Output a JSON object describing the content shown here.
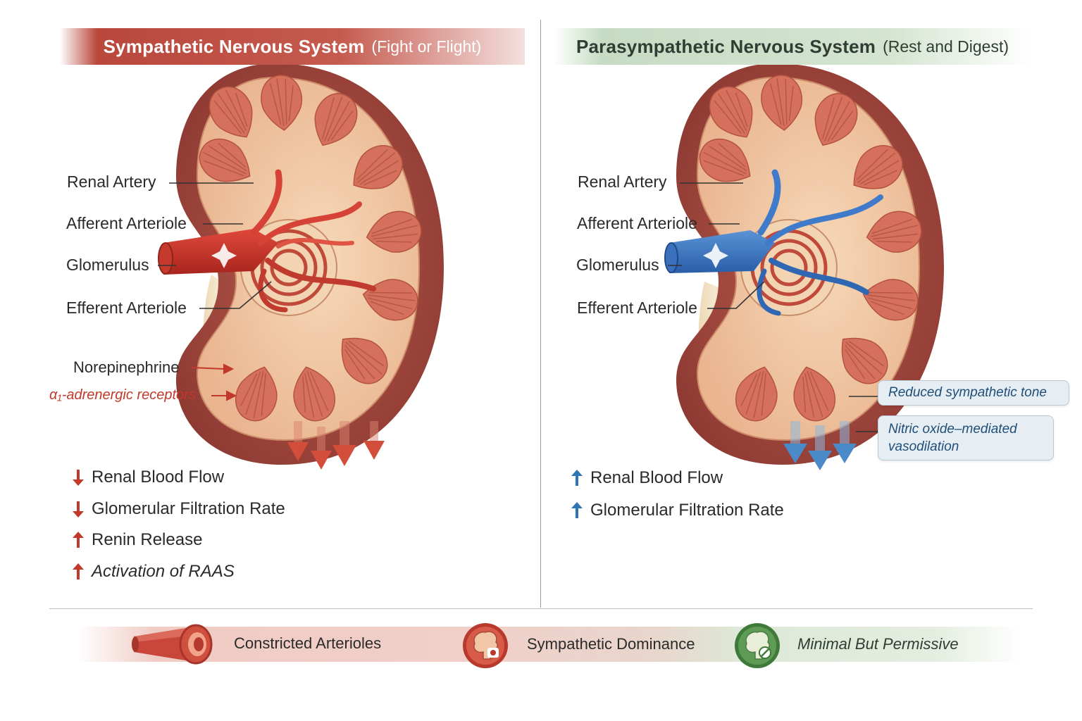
{
  "left_panel": {
    "title": "Sympathetic Nervous System",
    "subtitle": "(Fight or Flight)",
    "labels": {
      "renal_artery": "Renal Artery",
      "afferent": "Afferent Arteriole",
      "glomerulus": "Glomerulus",
      "efferent": "Efferent Arteriole",
      "norepinephrine": "Norepinephrine",
      "alpha_receptors": "α₁-adrenergic receptors"
    },
    "effects": [
      {
        "direction": "down",
        "text": "Renal Blood Flow"
      },
      {
        "direction": "down",
        "text": "Glomerular Filtration Rate"
      },
      {
        "direction": "up",
        "text": "Renin Release"
      },
      {
        "direction": "up",
        "text": "Activation of RAAS"
      }
    ],
    "accent_color": "#c0392b"
  },
  "right_panel": {
    "title": "Parasympathetic Nervous System",
    "subtitle": "(Rest and Digest)",
    "labels": {
      "renal_artery": "Renal Artery",
      "afferent": "Afferent Arteriole",
      "glomerulus": "Glomerulus",
      "efferent": "Efferent Arteriole"
    },
    "callouts": [
      "Reduced sympathetic tone",
      "Nitric oxide–mediated vasodilation"
    ],
    "effects": [
      {
        "direction": "up",
        "text": "Renal Blood Flow"
      },
      {
        "direction": "up",
        "text": "Glomerular Filtration Rate"
      }
    ],
    "accent_color": "#2e75b6"
  },
  "footer": {
    "items": [
      {
        "icon": "constricted-arteriole-icon",
        "text": "Constricted Arterioles"
      },
      {
        "icon": "brain-badge-red-icon",
        "text": "Sympathetic Dominance"
      },
      {
        "icon": "brain-badge-green-icon",
        "text": "Minimal But Permissive"
      }
    ]
  }
}
